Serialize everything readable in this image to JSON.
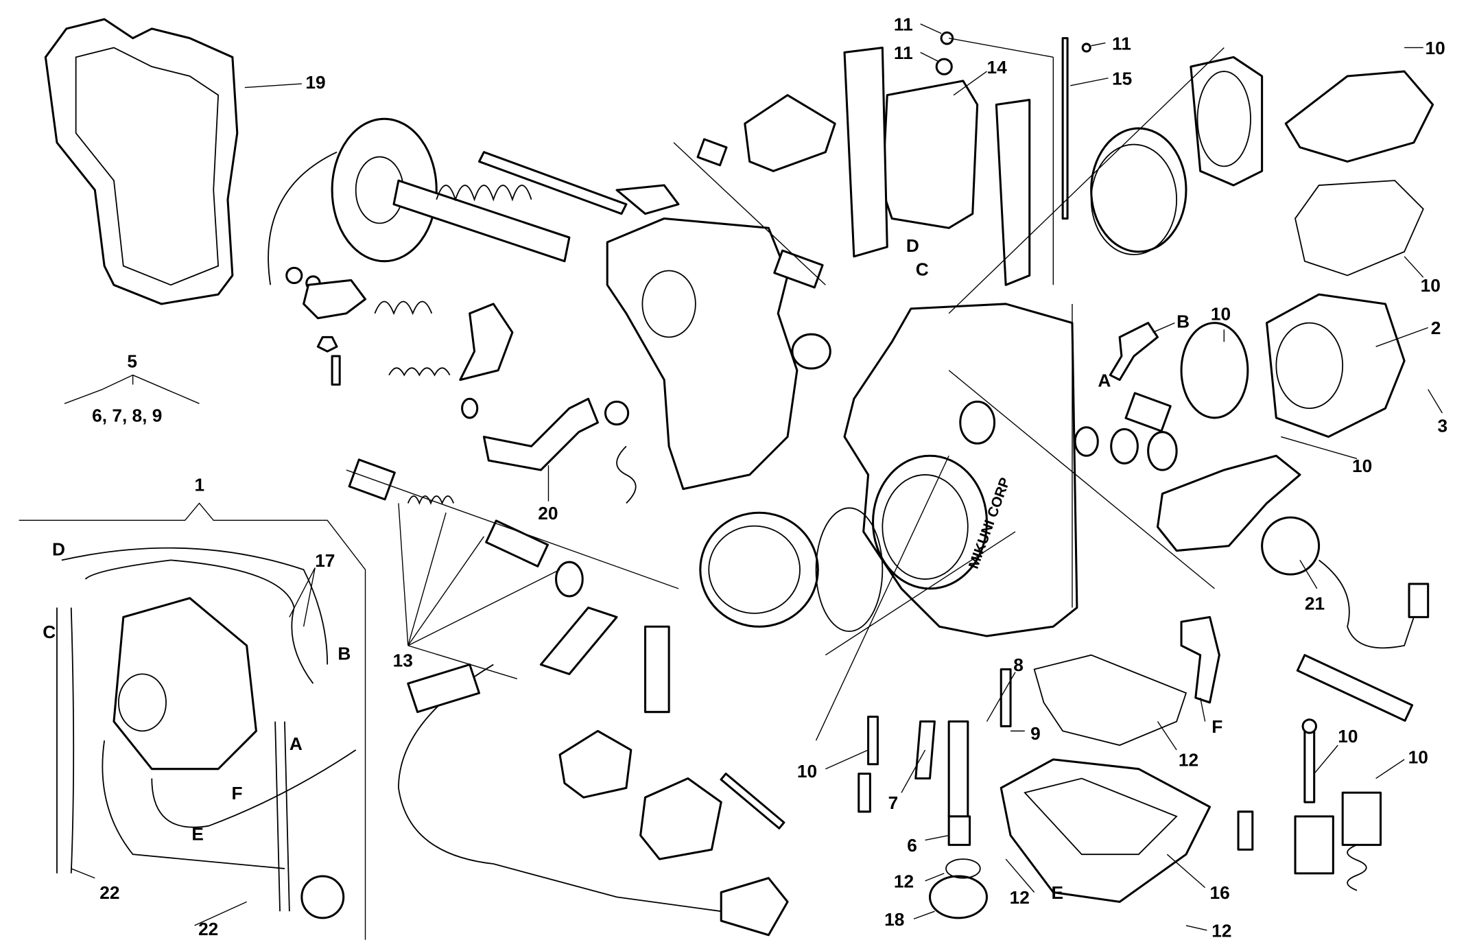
{
  "diagram": {
    "type": "exploded parts diagram (carburetor)",
    "brand_marking": "MIKUNI CORP",
    "labels": [
      "19",
      "11",
      "11",
      "14",
      "15",
      "11",
      "10",
      "10",
      "2",
      "3",
      "10",
      "10",
      "B",
      "A",
      "D",
      "C",
      "5",
      "6, 7, 8, 9",
      "1",
      "D",
      "C",
      "17",
      "B",
      "A",
      "F",
      "E",
      "22",
      "22",
      "13",
      "20",
      "21",
      "F",
      "8",
      "9",
      "12",
      "10",
      "7",
      "6",
      "12",
      "12",
      "E",
      "16",
      "18",
      "12",
      "10",
      "10"
    ]
  }
}
